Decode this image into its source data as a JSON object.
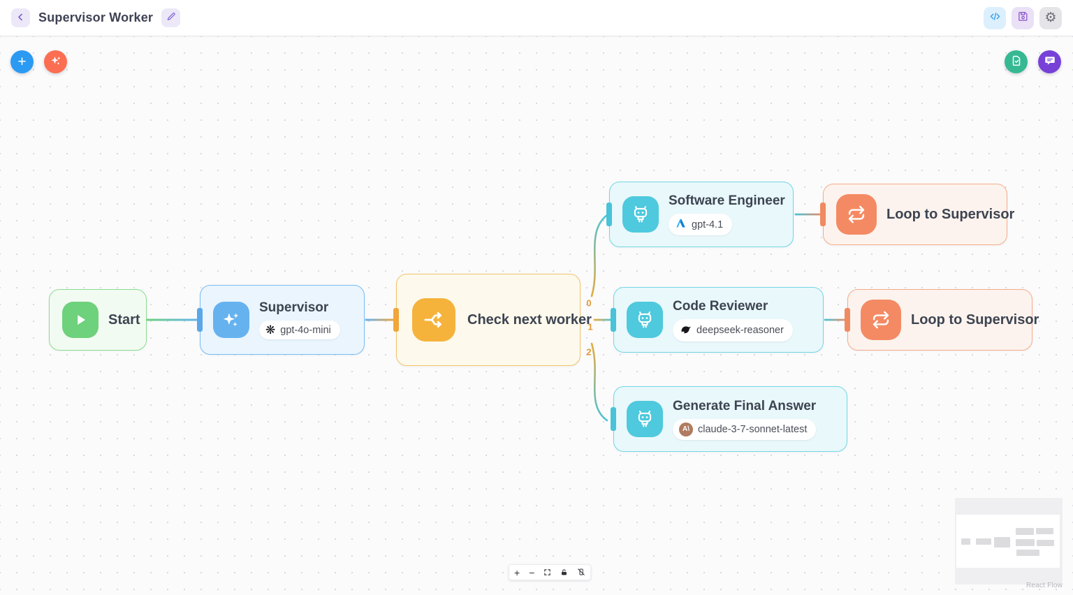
{
  "header": {
    "title": "Supervisor Worker"
  },
  "canvas": {
    "nodes": {
      "start": {
        "label": "Start"
      },
      "supervisor": {
        "title": "Supervisor",
        "model": "gpt-4o-mini"
      },
      "check_next_worker": {
        "label": "Check next worker"
      },
      "software_engineer": {
        "title": "Software Engineer",
        "model": "gpt-4.1"
      },
      "code_reviewer": {
        "title": "Code Reviewer",
        "model": "deepseek-reasoner"
      },
      "generate_final_answer": {
        "title": "Generate Final Answer",
        "model": "claude-3-7-sonnet-latest"
      },
      "loop_to_supervisor_1": {
        "label": "Loop to Supervisor"
      },
      "loop_to_supervisor_2": {
        "label": "Loop to Supervisor"
      }
    },
    "edge_labels": {
      "branch0": "0",
      "branch1": "1",
      "branch2": "2"
    },
    "attribution": "React Flow"
  },
  "icons": {
    "gear": "⚙",
    "plus": "+",
    "zoom_in": "+",
    "zoom_out": "−",
    "openai": "❋",
    "anthropic_mark": "A\\"
  },
  "colors": {
    "start_accent": "#6ed17c",
    "supervisor_accent": "#66b2ef",
    "decision_accent": "#f5b33c",
    "worker_accent": "#4ec9dd",
    "loop_accent": "#f48a64",
    "edge_label": "#e09a30",
    "add_button": "#2b9af3",
    "ai_button": "#fb6e52",
    "notes_button": "#36b993",
    "chat_button": "#7741d8"
  }
}
